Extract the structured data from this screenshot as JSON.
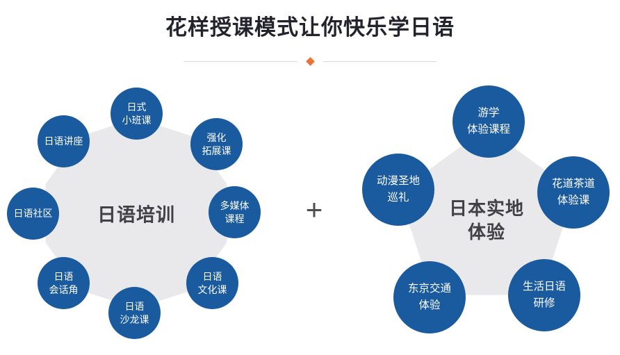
{
  "title": "花样授课模式让你快乐学日语",
  "plus_label": "+",
  "colors": {
    "bubble_blue": "#1a5a9e",
    "polygon_gray": "#e9e9eb",
    "title_dark": "#23232e",
    "accent_orange": "#e8743a"
  },
  "left_cluster": {
    "center_label": "日语培训",
    "items": [
      {
        "line1": "日式",
        "line2": "小班课",
        "position": "top"
      },
      {
        "line1": "强化",
        "line2": "拓展课",
        "position": "top-right"
      },
      {
        "line1": "多媒体",
        "line2": "课程",
        "position": "right"
      },
      {
        "line1": "日语",
        "line2": "文化课",
        "position": "bottom-right"
      },
      {
        "line1": "日语",
        "line2": "沙龙课",
        "position": "bottom"
      },
      {
        "line1": "日语",
        "line2": "会话角",
        "position": "bottom-left"
      },
      {
        "line1": "日语社区",
        "position": "left"
      },
      {
        "line1": "日语讲座",
        "position": "top-left"
      }
    ]
  },
  "right_cluster": {
    "center_line1": "日本实地",
    "center_line2": "体验",
    "items": [
      {
        "line1": "游学",
        "line2": "体验课程",
        "position": "top"
      },
      {
        "line1": "花道茶道",
        "line2": "体验课",
        "position": "right"
      },
      {
        "line1": "生活日语",
        "line2": "研修",
        "position": "bottom-right"
      },
      {
        "line1": "东京交通",
        "line2": "体验",
        "position": "bottom-left"
      },
      {
        "line1": "动漫圣地",
        "line2": "巡礼",
        "position": "left"
      }
    ]
  }
}
